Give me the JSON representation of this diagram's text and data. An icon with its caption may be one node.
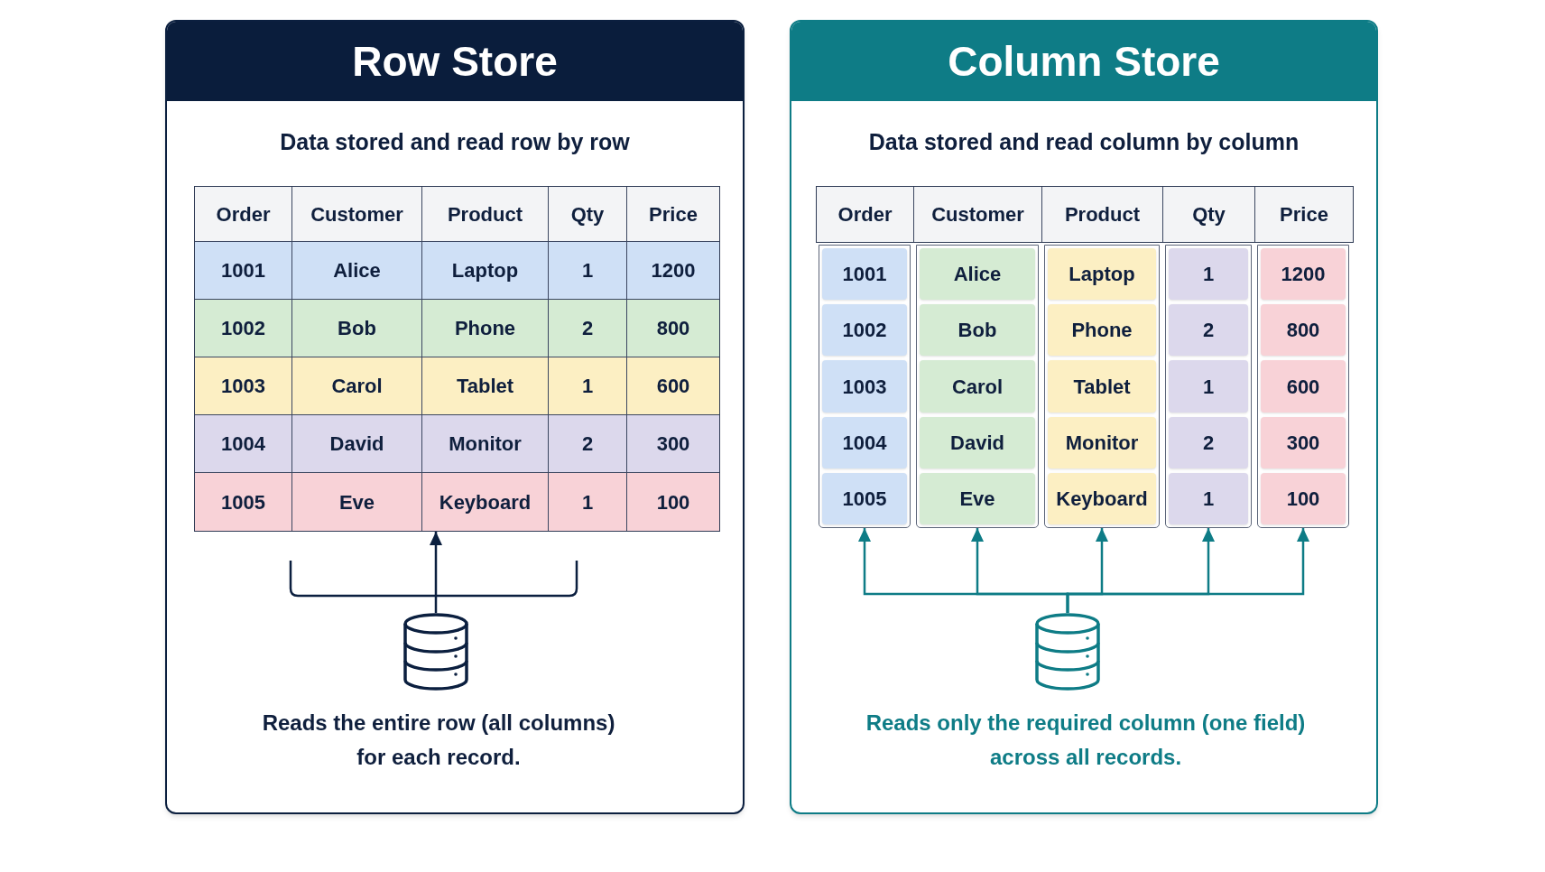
{
  "diagram": {
    "nodes": [
      {
        "text": [
          "Row Store",
          "Data stored and read row by row",
          "Reads the entire row (all columns) for each record."
        ]
      },
      {
        "text": [],
        "shape": "table",
        "in": 0
      },
      {
        "text": [],
        "shape": "cylinder",
        "in": 0
      },
      {
        "text": [
          "Column Store",
          "Data stored and read column by column",
          "Reads only the required column (one field) across all records."
        ]
      },
      {
        "text": [
          "1001",
          "1002",
          "1003",
          "1004",
          "1005"
        ],
        "in": 3
      },
      {
        "text": [
          "Alice",
          "Bob",
          "Carol",
          "David",
          "Eve"
        ],
        "in": 3
      },
      {
        "text": [
          "Laptop",
          "Phone",
          "Tablet",
          "Monitor",
          "Keyboard"
        ],
        "in": 3
      },
      {
        "text": [
          "1",
          "2",
          "1",
          "2",
          "1"
        ],
        "in": 3
      },
      {
        "text": [
          "1200",
          "800",
          "600",
          "300",
          "100"
        ],
        "in": 3
      },
      {
        "text": [],
        "shape": "cylinder",
        "in": 3
      }
    ],
    "edges": [
      {
        "from": 2,
        "to": 1,
        "arrow": "to",
        "color": "#0b1f3f"
      },
      {
        "from": 9,
        "to": 4,
        "arrow": "to"
      },
      {
        "from": 9,
        "to": 5,
        "arrow": "to"
      },
      {
        "from": 9,
        "to": 6,
        "arrow": "to"
      },
      {
        "from": 9,
        "to": 7,
        "arrow": "to"
      },
      {
        "from": 9,
        "to": 8,
        "arrow": "to"
      }
    ],
    "labels": [
      "Order",
      "Customer",
      "Product",
      "Qty",
      "Price",
      "1001",
      "Alice",
      "Laptop",
      "1",
      "1200",
      "1002",
      "Bob",
      "Phone",
      "2",
      "800",
      "1003",
      "Carol",
      "Tablet",
      "1",
      "600",
      "1004",
      "David",
      "Monitor",
      "2",
      "300",
      "1005",
      "Eve",
      "Keyboard",
      "1",
      "100",
      "Order",
      "Customer",
      "Product",
      "Qty",
      "Price"
    ]
  }
}
